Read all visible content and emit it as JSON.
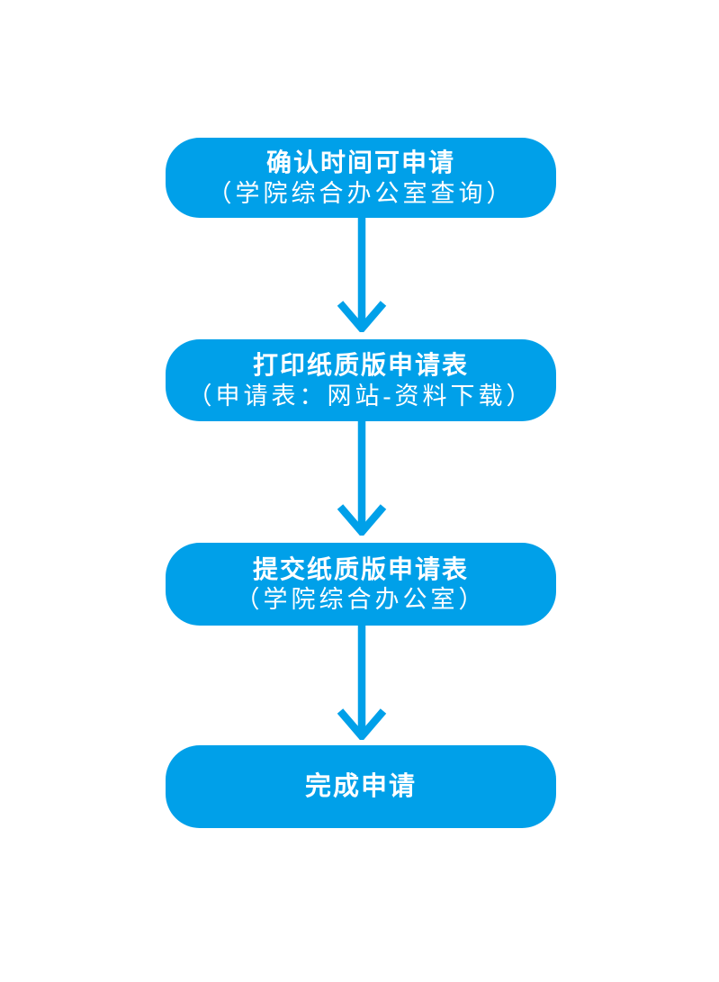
{
  "page": {
    "background_color": "#ffffff"
  },
  "flowchart": {
    "accent_color": "#00A0E9",
    "text_color": "#ffffff",
    "steps": [
      {
        "title": "确认时间可申请",
        "subtitle": "（学院综合办公室查询）"
      },
      {
        "title": "打印纸质版申请表",
        "subtitle": "（申请表：网站-资料下载）"
      },
      {
        "title": "提交纸质版申请表",
        "subtitle": "（学院综合办公室）"
      },
      {
        "title": "完成申请",
        "subtitle": ""
      }
    ],
    "connector": "down-arrow"
  }
}
